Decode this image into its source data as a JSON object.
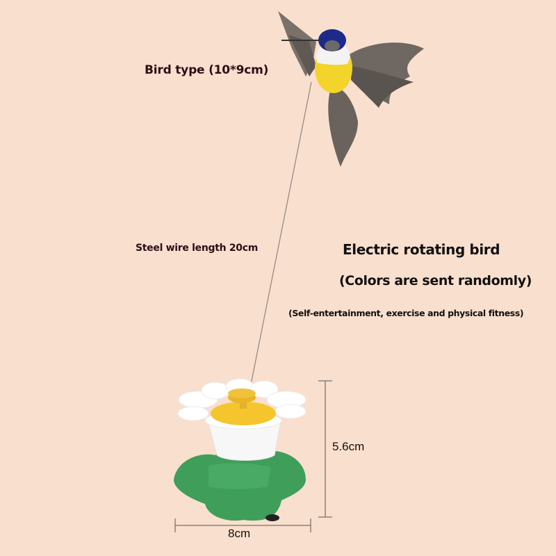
{
  "colors": {
    "background": "#f9dfcd",
    "text_dark": "#2a0f17",
    "bird_head": "#1e2a8a",
    "bird_belly": "#f2d42a",
    "feathers": "#6e6661",
    "flower_petals": "#ffffff",
    "flower_center": "#f4c52c",
    "base": "#3f9e5a"
  },
  "labels": {
    "bird_type": "Bird type (10*9cm)",
    "wire_length": "Steel wire length 20cm",
    "product_title": "Electric rotating bird",
    "colors_note": "(Colors are sent randomly)",
    "purpose_note": "(Self-entertainment, exercise and physical fitness)"
  },
  "dimensions": {
    "height": "5.6cm",
    "width": "8cm"
  },
  "image": {
    "subject": "electric rotating hummingbird cat toy on flower base"
  }
}
